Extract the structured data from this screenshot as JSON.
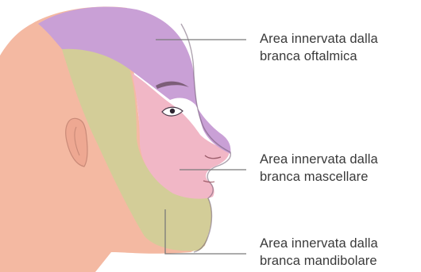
{
  "title": "",
  "labels": {
    "ophthalmic": {
      "line1": "Area innervata dalla",
      "line2": "branca oftalmica"
    },
    "maxillary": {
      "line1": "Area innervata dalla",
      "line2": "branca mascellare"
    },
    "mandibular": {
      "line1": "Area innervata dalla",
      "line2": "branca mandibolare"
    }
  },
  "colors": {
    "background": "#ffffff",
    "skin": "#f4b9a2",
    "ophthalmic_region": "#c9a0d6",
    "maxillary_region": "#f1b7c6",
    "mandibular_region": "#d3cd98",
    "leader_line": "#7a7a7a",
    "label_text": "#3a3a3a"
  }
}
